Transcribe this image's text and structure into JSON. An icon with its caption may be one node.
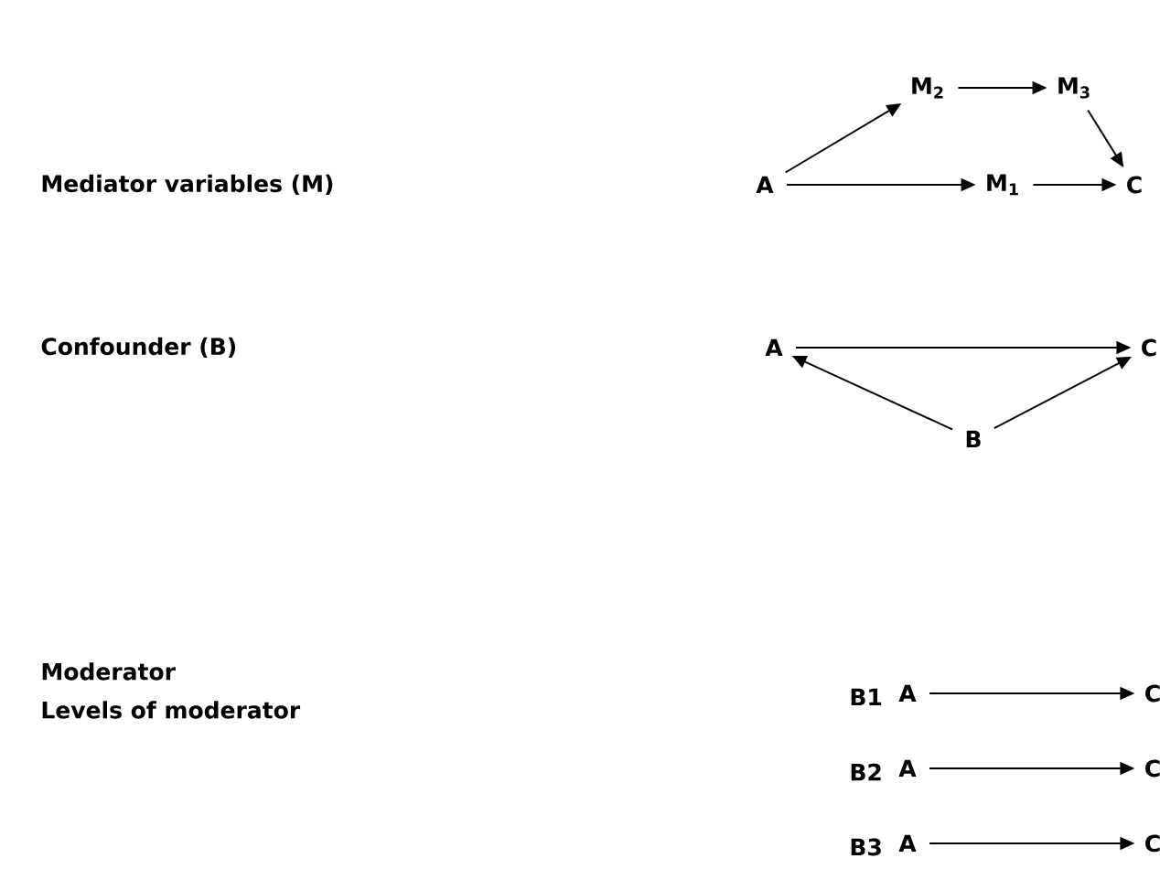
{
  "diagram": {
    "nodes": [
      {
        "text": [
          "A"
        ]
      },
      {
        "text": [
          "M$_{1}$"
        ]
      },
      {
        "text": [
          "M$_{2}$"
        ]
      },
      {
        "text": [
          "M$_{3}$"
        ]
      },
      {
        "text": [
          "C"
        ]
      },
      {
        "text": [
          "A"
        ]
      },
      {
        "text": [
          "C"
        ]
      },
      {
        "text": [
          "B"
        ]
      },
      {
        "text": [
          "A"
        ]
      },
      {
        "text": [
          "C"
        ]
      },
      {
        "text": [
          "A"
        ]
      },
      {
        "text": [
          "C"
        ]
      },
      {
        "text": [
          "A"
        ]
      },
      {
        "text": [
          "C"
        ]
      }
    ],
    "edges": [
      {
        "from": 0,
        "to": 2,
        "arrow": "to"
      },
      {
        "from": 2,
        "to": 3,
        "arrow": "to"
      },
      {
        "from": 3,
        "to": 4,
        "arrow": "to"
      },
      {
        "from": 0,
        "to": 1,
        "arrow": "to"
      },
      {
        "from": 1,
        "to": 4,
        "arrow": "to"
      },
      {
        "from": 5,
        "to": 6,
        "arrow": "to"
      },
      {
        "from": 7,
        "to": 5,
        "arrow": "to"
      },
      {
        "from": 7,
        "to": 6,
        "arrow": "to"
      },
      {
        "from": 8,
        "to": 9,
        "arrow": "to"
      },
      {
        "from": 10,
        "to": 11,
        "arrow": "to"
      },
      {
        "from": 12,
        "to": 13,
        "arrow": "to"
      }
    ],
    "labels": [
      "Mediator variables (M)",
      "Confounder (B)",
      "Moderator",
      "Levels of moderator",
      "B1",
      "B2",
      "B3"
    ]
  }
}
